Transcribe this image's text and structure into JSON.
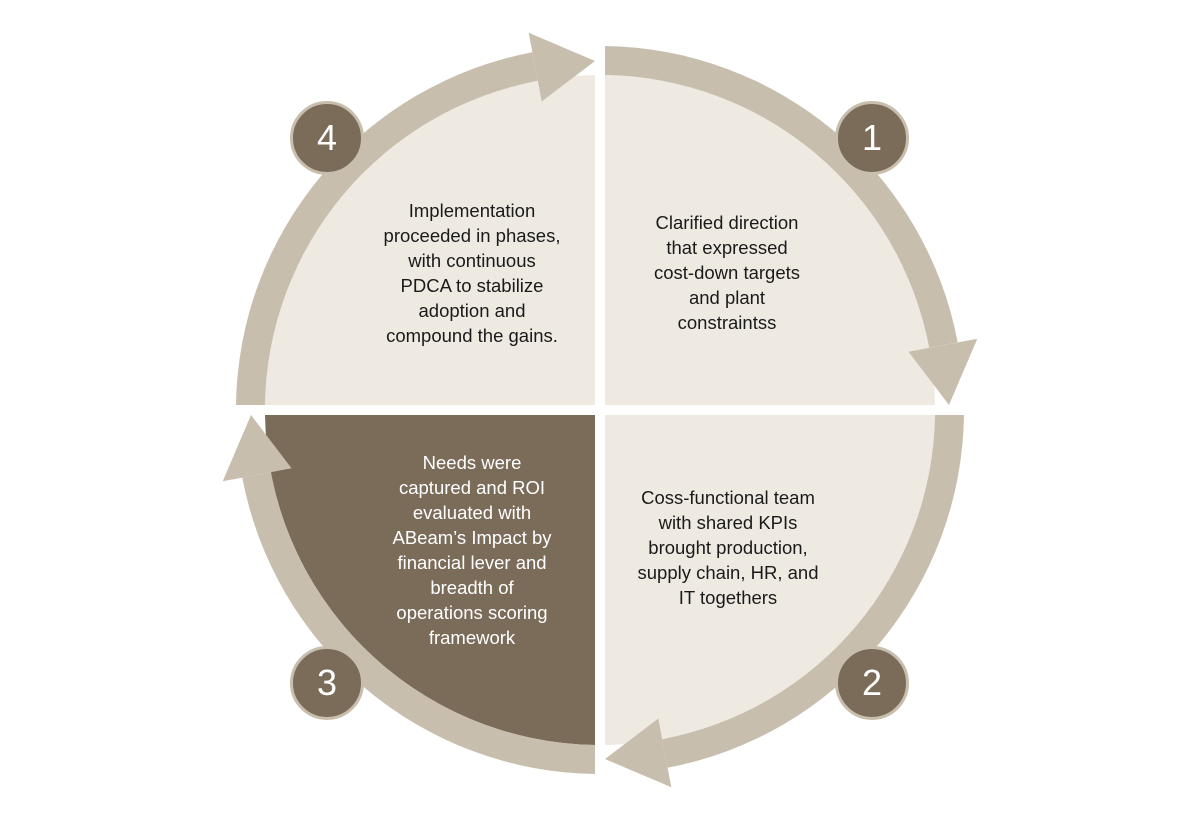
{
  "colors": {
    "ring": "#c8bead",
    "light_fill": "#eeeae2",
    "dark_fill": "#7b6c5a",
    "badge": "#7b6c5a"
  },
  "steps": [
    {
      "number": "1",
      "lines": [
        "Clarified direction",
        "that expressed",
        "cost-down targets",
        "and plant",
        "constraintss"
      ]
    },
    {
      "number": "2",
      "lines": [
        "Coss-functional team",
        "with shared KPIs",
        "brought production,",
        "supply chain, HR, and",
        "IT togethers"
      ]
    },
    {
      "number": "3",
      "lines": [
        "Needs were",
        "captured and ROI",
        "evaluated with",
        "ABeam’s Impact by",
        "financial lever and",
        "breadth of",
        "operations scoring",
        "framework"
      ]
    },
    {
      "number": "4",
      "lines": [
        "Implementation",
        "proceeded in phases,",
        "with continuous",
        "PDCA to stabilize",
        "adoption and",
        "compound the gains."
      ]
    }
  ]
}
